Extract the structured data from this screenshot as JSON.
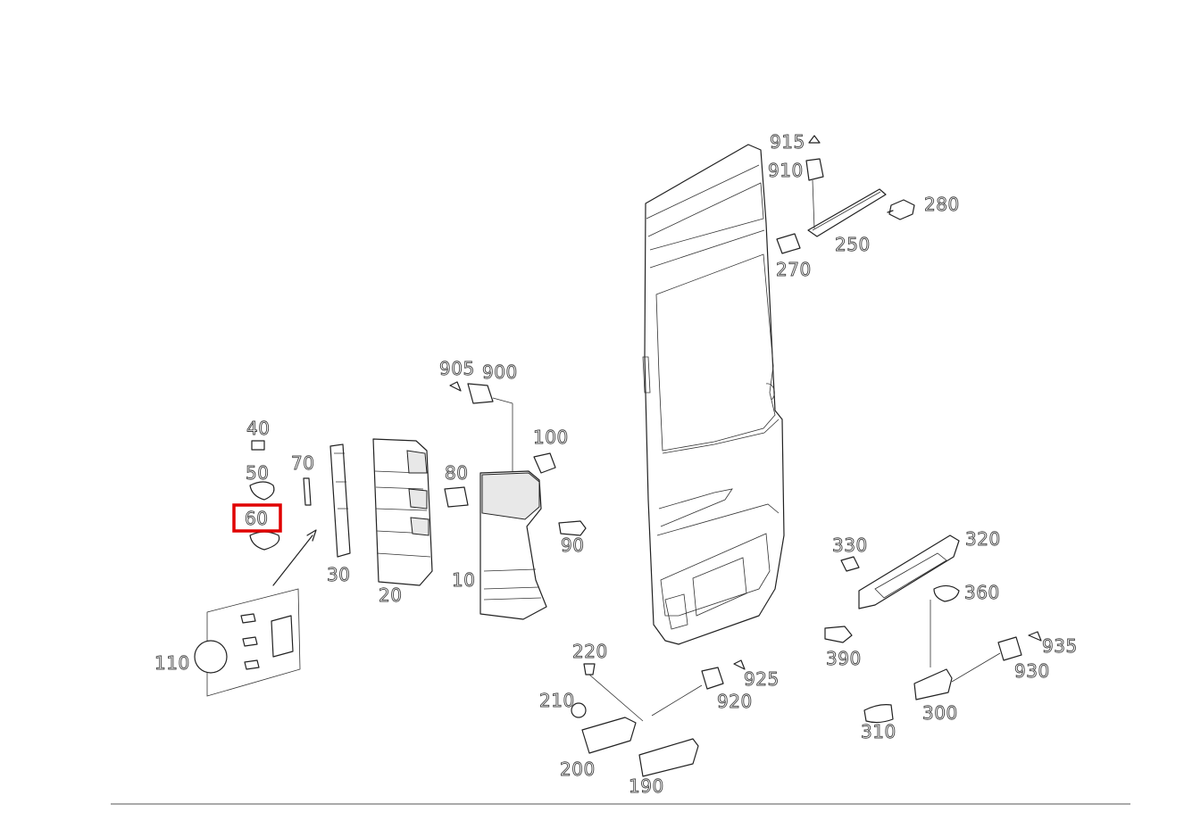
{
  "diagram": {
    "highlighted_part": "60",
    "highlight_color": "#e00000",
    "labels": {
      "p915": "915",
      "p910": "910",
      "p280": "280",
      "p250": "250",
      "p270": "270",
      "p905": "905",
      "p900": "900",
      "p100": "100",
      "p40": "40",
      "p50": "50",
      "p60": "60",
      "p70": "70",
      "p80": "80",
      "p30": "30",
      "p20": "20",
      "p10": "10",
      "p90": "90",
      "p110": "110",
      "p330": "330",
      "p320": "320",
      "p360": "360",
      "p390": "390",
      "p935": "935",
      "p930": "930",
      "p220": "220",
      "p925": "925",
      "p210": "210",
      "p920": "920",
      "p300": "300",
      "p310": "310",
      "p200": "200",
      "p190": "190"
    }
  }
}
